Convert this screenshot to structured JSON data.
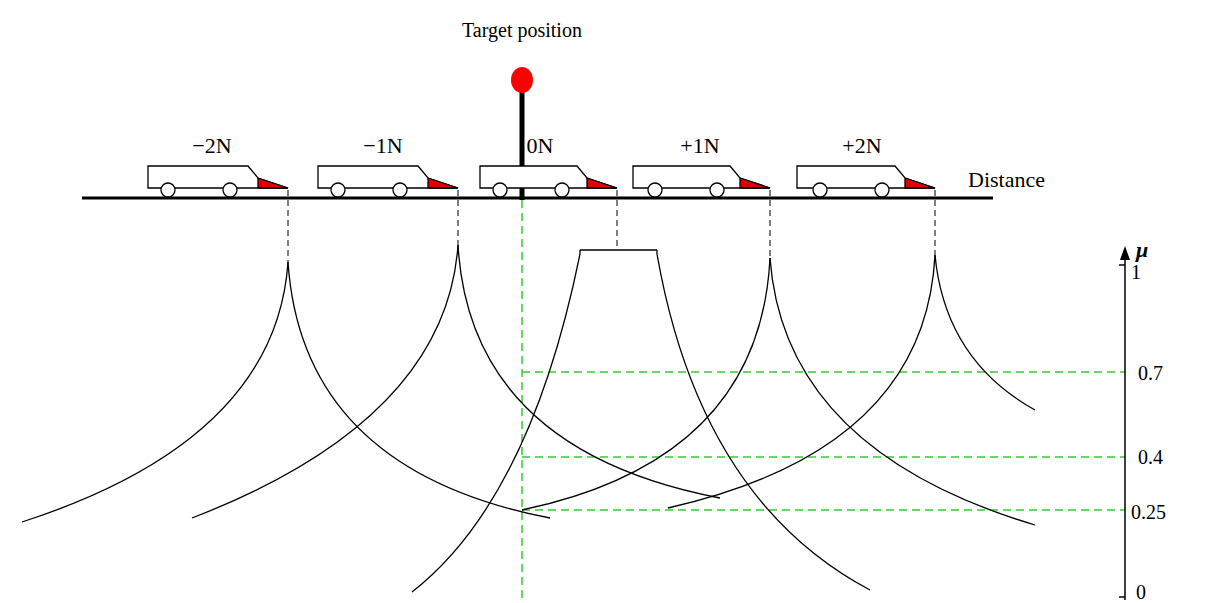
{
  "diagram": {
    "labels": [
      "Target position",
      "−2N",
      "−1N",
      "0N",
      "+1N",
      "+2N",
      "Distance",
      "μ",
      "1",
      "0.7",
      "0.4",
      "0.25",
      "0"
    ]
  }
}
